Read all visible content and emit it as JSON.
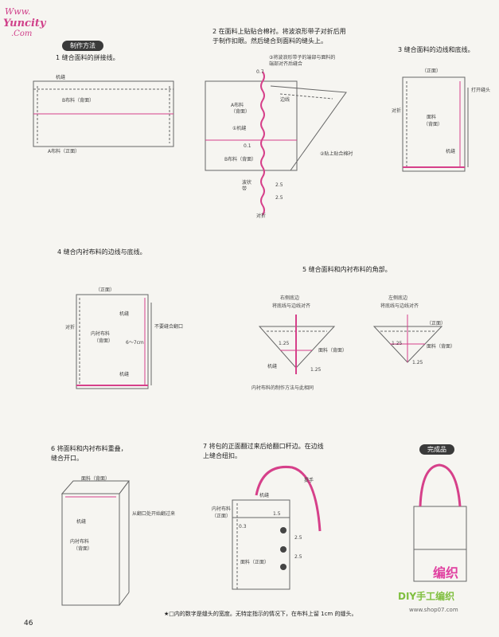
{
  "logo": {
    "line1": "Www.",
    "line2": "Yuncity",
    "line3": ".Com"
  },
  "section_pill": "制作方法",
  "finished_pill": "完成品",
  "page_number": "46",
  "steps": {
    "s1": "1 缝合面料的拼接线。",
    "s2a": "2 在面料上贴贴合棉衬。将波浪形带子对折后用",
    "s2b": "于制作扣眼。然后缝合到面料的缝头上。",
    "s3": "3 缝合面料的边线和底线。",
    "s4": "4 缝合内衬布料的边线与底线。",
    "s5": "5 缝合面料和内衬布料的角部。",
    "s6a": "6 将面料和内衬布料重叠，",
    "s6b": "缝合开口。",
    "s7a": "7 将包的正面翻过来后给翻口秆边。在边线",
    "s7b": "上缝合纽扣。"
  },
  "labels": {
    "d1_jifeng": "机缝",
    "d1_b": "B布料（背面）",
    "d1_a": "A布料（正面）",
    "d2_note1": "③将波浪形带子的端部与面料的",
    "d2_note2": "端部对齐后缝合",
    "d2_07a": "0.7",
    "d2_a": "A布料",
    "d2_a2": "（背面）",
    "d2_bianxian": "边线",
    "d2_jifeng": "①机缝",
    "d2_01": "0.1",
    "d2_b": "B布料（背面）",
    "d2_note3": "②贴上贴合棉衬",
    "d2_bo": "波状",
    "d2_dai": "带",
    "d2_25a": "2.5",
    "d2_25b": "2.5",
    "d2_duizhe": "对折",
    "d3_zheng": "（正面）",
    "d3_mianliao": "面料",
    "d3_bei": "（背面）",
    "d3_duizhe": "对折",
    "d3_jifeng": "机缝",
    "d3_side": "打开缝头",
    "d4_zheng": "（正面）",
    "d4_duizhe": "对折",
    "d4_neichen": "内衬布料",
    "d4_bei": "（背面）",
    "d4_jifeng": "机缝",
    "d4_jifeng2": "机缝",
    "d4_num": "6～7cm",
    "d4_side": "不要缝合翻口",
    "d5_right_t": "右侧底边",
    "d5_right_s": "将底线与边线对齐",
    "d5_left_t": "左侧底边",
    "d5_left_s": "将底线与边线对齐",
    "d5_125a": "1.25",
    "d5_125b": "1.25",
    "d5_125c": "1.25",
    "d5_125d": "1.25",
    "d5_mianliao": "面料（背面）",
    "d5_mianliao2": "面料（背面）",
    "d5_zheng": "（正面）",
    "d5_jifeng": "机缝",
    "d5_note": "内衬布料的制作方法与此相同",
    "d6_mianliao": "面料（背面）",
    "d6_jifeng": "机缝",
    "d6_neichen": "内衬布料",
    "d6_bei": "（背面）",
    "d6_side": "从翻口处开始翻过来",
    "d7_tishou": "提手",
    "d7_jifeng": "机缝",
    "d7_neichen": "内衬布料",
    "d7_zheng": "（正面）",
    "d7_03": "0.3",
    "d7_15": "1.5",
    "d7_25a": "2.5",
    "d7_25b": "2.5",
    "d7_mianliao": "面料（正面）"
  },
  "footer_note": "★□内的数字是缝头的宽度。无特定指示的情况下，在布料上留 1cm 的缝头。",
  "watermark": {
    "w1": "编织",
    "w2": "DIY手工编织",
    "w3": "www.shop07.com"
  },
  "colors": {
    "pink": "#d6408a",
    "line": "#555555",
    "gray": "#9a9a9a"
  }
}
